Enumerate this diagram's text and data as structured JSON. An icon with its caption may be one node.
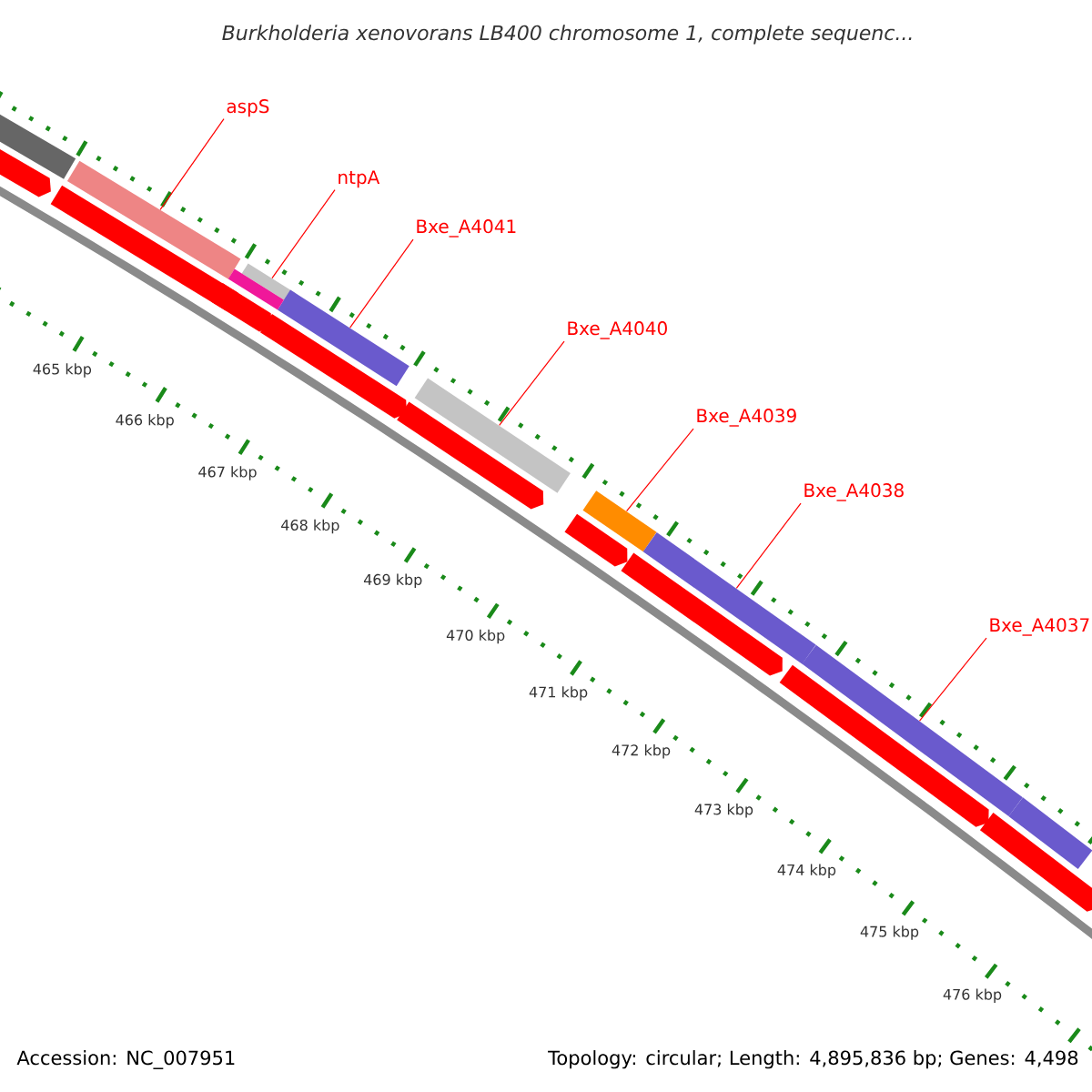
{
  "diagram": {
    "title": "Burkholderia xenovorans LB400 chromosome 1, complete sequenc...",
    "nodes": [
      {
        "text": [
          "aspS"
        ]
      },
      {
        "text": [
          "ntpA"
        ]
      },
      {
        "text": [
          "Bxe_A4041"
        ]
      },
      {
        "text": [
          "Bxe_A4040"
        ]
      },
      {
        "text": [
          "Bxe_A4039"
        ]
      },
      {
        "text": [
          "Bxe_A4038"
        ]
      },
      {
        "text": [
          "Bxe_A4037"
        ]
      },
      {
        "text": [],
        "shape": "bar"
      },
      {
        "text": [],
        "shape": "bar"
      },
      {
        "text": [],
        "shape": "bar"
      },
      {
        "text": [],
        "shape": "bar"
      },
      {
        "text": [],
        "shape": "bar"
      },
      {
        "text": [],
        "shape": "bar"
      },
      {
        "text": [],
        "shape": "bar"
      },
      {
        "text": [],
        "shape": "bar"
      },
      {
        "text": [],
        "shape": "bar"
      },
      {
        "text": [],
        "shape": "bar"
      },
      {
        "text": [],
        "shape": "arrow"
      },
      {
        "text": [],
        "shape": "arrow"
      },
      {
        "text": [],
        "shape": "arrow"
      },
      {
        "text": [],
        "shape": "arrow"
      },
      {
        "text": [],
        "shape": "arrow"
      },
      {
        "text": [],
        "shape": "arrow"
      },
      {
        "text": [],
        "shape": "arrow"
      },
      {
        "text": [],
        "shape": "arrow"
      },
      {
        "text": [],
        "shape": "arrow"
      }
    ],
    "edges": [
      {
        "from": 0,
        "to": 7,
        "arrow": "none"
      },
      {
        "from": 1,
        "to": 8,
        "arrow": "none"
      },
      {
        "from": 2,
        "to": 9,
        "arrow": "none"
      },
      {
        "from": 3,
        "to": 10,
        "arrow": "none"
      },
      {
        "from": 4,
        "to": 11,
        "arrow": "none"
      },
      {
        "from": 5,
        "to": 12,
        "arrow": "none"
      },
      {
        "from": 6,
        "to": 13,
        "arrow": "none"
      }
    ],
    "labels": [
      "465 kbp",
      "466 kbp",
      "467 kbp",
      "468 kbp",
      "469 kbp",
      "470 kbp",
      "471 kbp",
      "472 kbp",
      "473 kbp",
      "474 kbp",
      "475 kbp",
      "476 kbp",
      "Accession: NC_007951",
      "Topology: circular; Length: 4,895,836 bp; Genes: 4,498"
    ]
  }
}
